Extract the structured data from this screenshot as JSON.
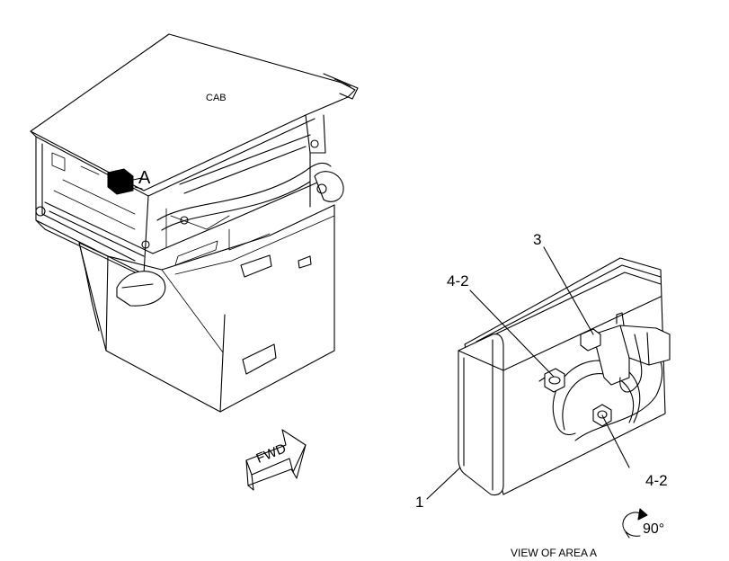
{
  "labels": {
    "cab": "CAB",
    "area_marker": "A",
    "view_title": "VIEW OF AREA  A",
    "rotation": "90°",
    "fwd": "FWD"
  },
  "callouts": [
    {
      "id": "1",
      "text": "1"
    },
    {
      "id": "3",
      "text": "3"
    },
    {
      "id": "4-2-upper",
      "text": "4-2"
    },
    {
      "id": "4-2-lower",
      "text": "4-2"
    }
  ]
}
